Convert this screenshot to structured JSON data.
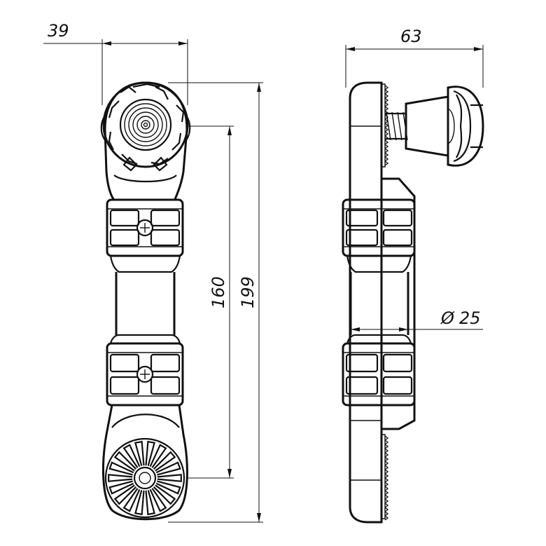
{
  "dimensions": {
    "width_label": "39",
    "depth_label": "63",
    "pitch_label": "160",
    "length_label": "199",
    "diameter_label": "25",
    "diameter_symbol": "Ø"
  }
}
